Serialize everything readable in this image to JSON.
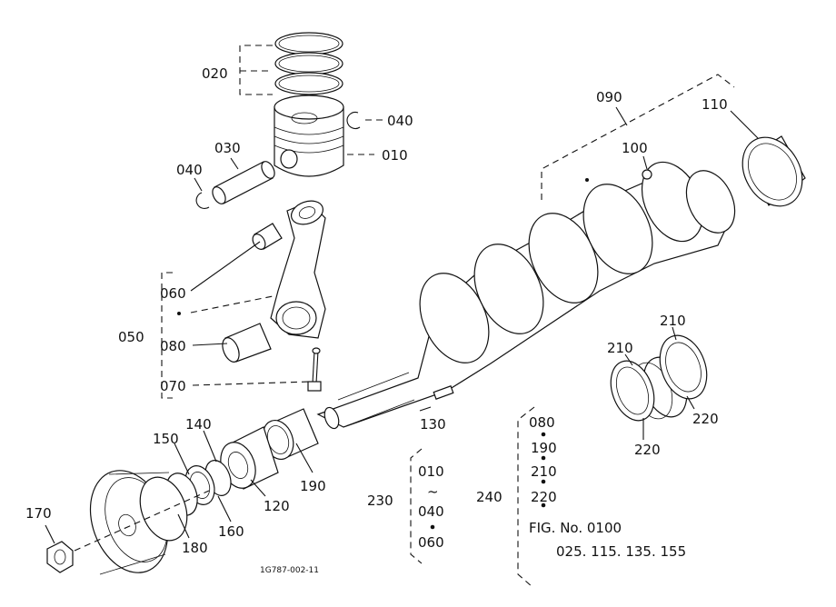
{
  "diagram": {
    "drawing_code": "1G787-002-11",
    "callouts": {
      "c010": "010",
      "c020": "020",
      "c030": "030",
      "c040a": "040",
      "c040b": "040",
      "c050": "050",
      "c060": "060",
      "c070": "070",
      "c080": "080",
      "c090": "090",
      "c100": "100",
      "c110": "110",
      "c120": "120",
      "c130": "130",
      "c140": "140",
      "c150": "150",
      "c160": "160",
      "c170": "170",
      "c180": "180",
      "c190": "190",
      "c210a": "210",
      "c210b": "210",
      "c220a": "220",
      "c220b": "220",
      "c230": "230",
      "c240": "240"
    },
    "set_230": [
      "010",
      "~",
      "040",
      "060"
    ],
    "set_240": [
      "080",
      "190",
      "210",
      "220"
    ],
    "fig_ref": "FIG. No. 0100",
    "fig_parts": "025. 115. 135. 155"
  }
}
